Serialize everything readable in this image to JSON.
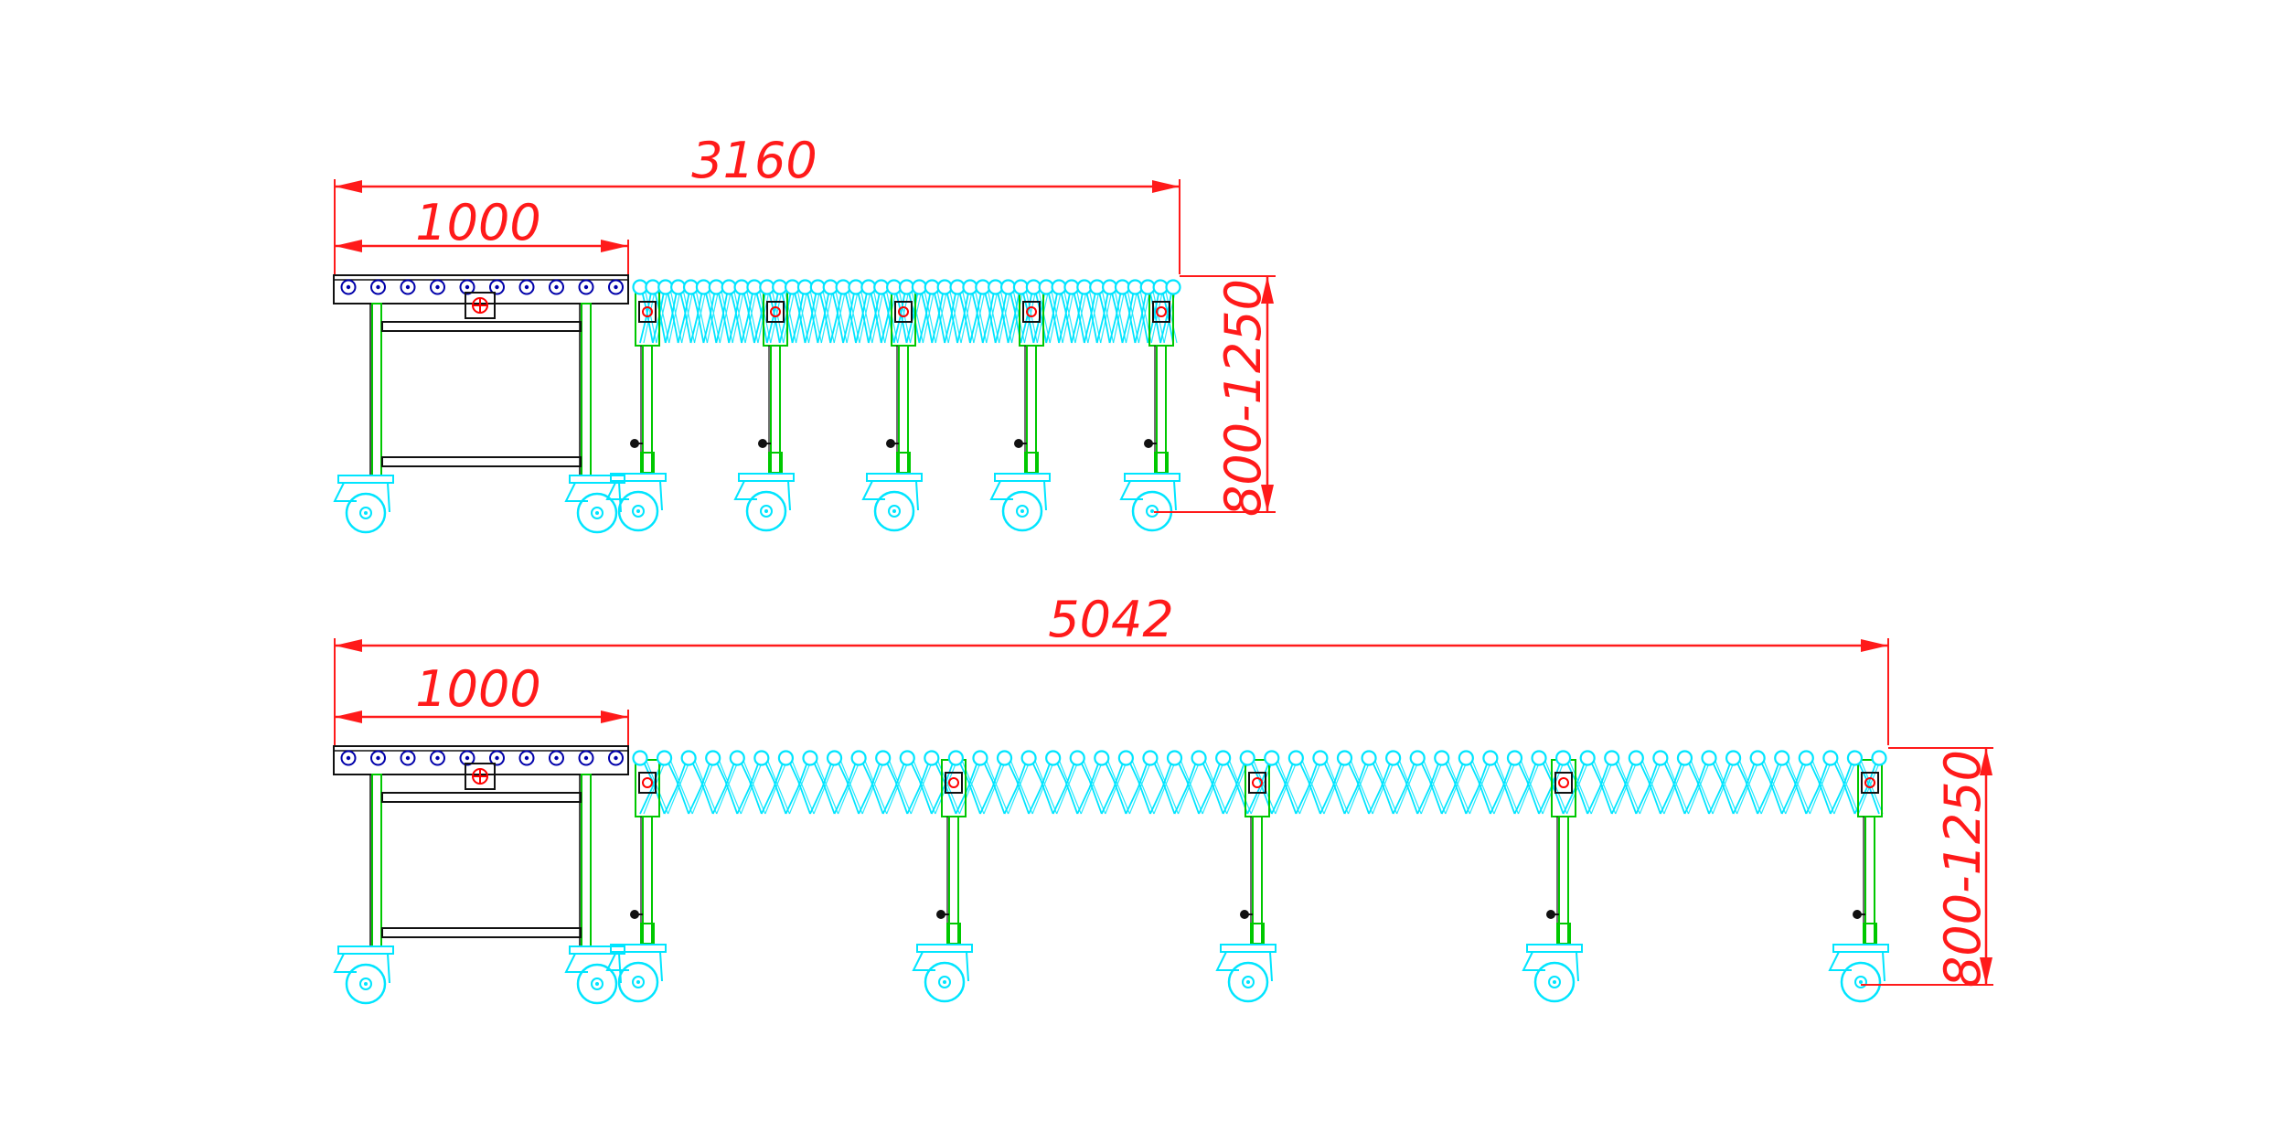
{
  "colors": {
    "dimension": "#ff1a1a",
    "roller": "#00e5ff",
    "frame": "#00c800",
    "outline": "#111111",
    "fixed_roller": "#0000aa",
    "motor": "#ff0000"
  },
  "views": [
    {
      "id": "collapsed",
      "fixed_section_length": "1000",
      "overall_length": "3160",
      "height_range": "800-1250"
    },
    {
      "id": "extended",
      "fixed_section_length": "1000",
      "overall_length": "5042",
      "height_range": "800-1250"
    }
  ]
}
